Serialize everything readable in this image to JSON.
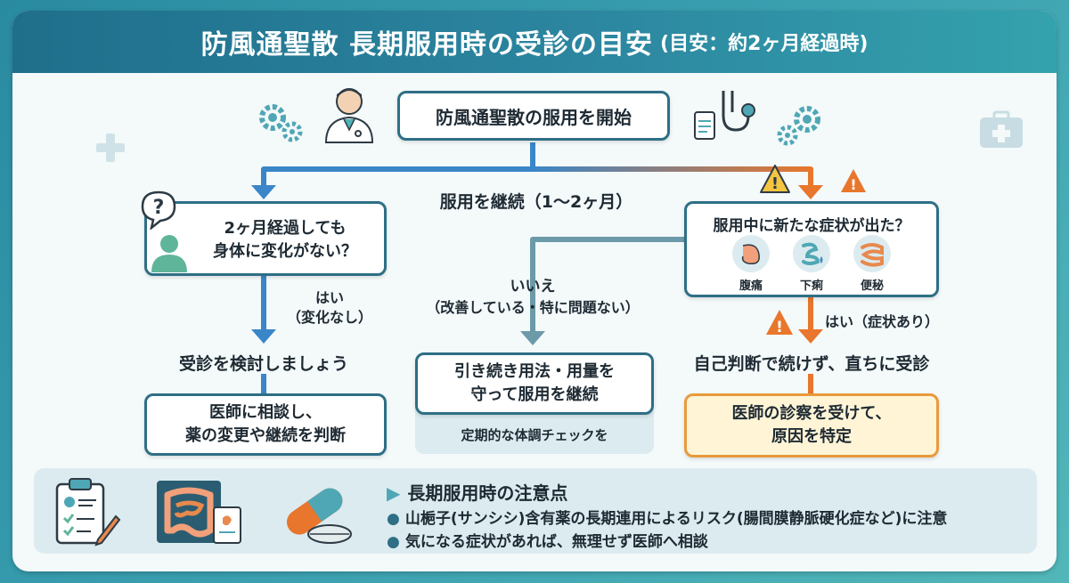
{
  "header": {
    "title": "防風通聖散 長期服用時の受診の目安",
    "subtitle": "(目安：約2ヶ月経過時)"
  },
  "flow": {
    "start": "防風通聖散の服用を開始",
    "continue_label": "服用を継続（1〜2ヶ月）",
    "left_question_line1": "2ヶ月経過しても",
    "left_question_line2": "身体に変化がない？",
    "left_yes_line1": "はい",
    "left_yes_line2": "（変化なし）",
    "left_consider": "受診を検討しましょう",
    "left_result_line1": "医師に相談し、",
    "left_result_line2": "薬の変更や継続を判断",
    "mid_no_line1": "いいえ",
    "mid_no_line2": "（改善している・特に問題ない）",
    "mid_result_line1": "引き続き用法・用量を",
    "mid_result_line2": "守って服用を継続",
    "mid_sub": "定期的な体調チェックを",
    "right_question": "服用中に新たな症状が出た？",
    "symptoms": [
      "腹痛",
      "下痢",
      "便秘"
    ],
    "right_yes": "はい（症状あり）",
    "right_urgent": "自己判断で続けず、直ちに受診",
    "right_result_line1": "医師の診察を受けて、",
    "right_result_line2": "原因を特定"
  },
  "notes": {
    "title": "長期服用時の注意点",
    "items": [
      "山梔子(サンシシ)含有薬の長期連用によるリスク(腸間膜静脈硬化症など)に注意",
      "気になる症状があれば、無理せず医師へ相談"
    ]
  },
  "icons": {
    "doctor": "doctor-icon",
    "stethoscope": "stethoscope-icon",
    "gears": "gear-icon",
    "question": "question-icon",
    "person": "person-icon",
    "warning": "warning-icon",
    "clipboard": "clipboard-icon",
    "intestine": "intestine-icon",
    "capsule": "capsule-icon"
  },
  "colors": {
    "primary": "#2e6f86",
    "arrow_blue": "#3a86c8",
    "arrow_orange": "#e8762c",
    "arrow_gray": "#6c9aa8",
    "highlight_fill": "#fff5d6",
    "highlight_border": "#e89a3c",
    "warning": "#e8762c"
  }
}
